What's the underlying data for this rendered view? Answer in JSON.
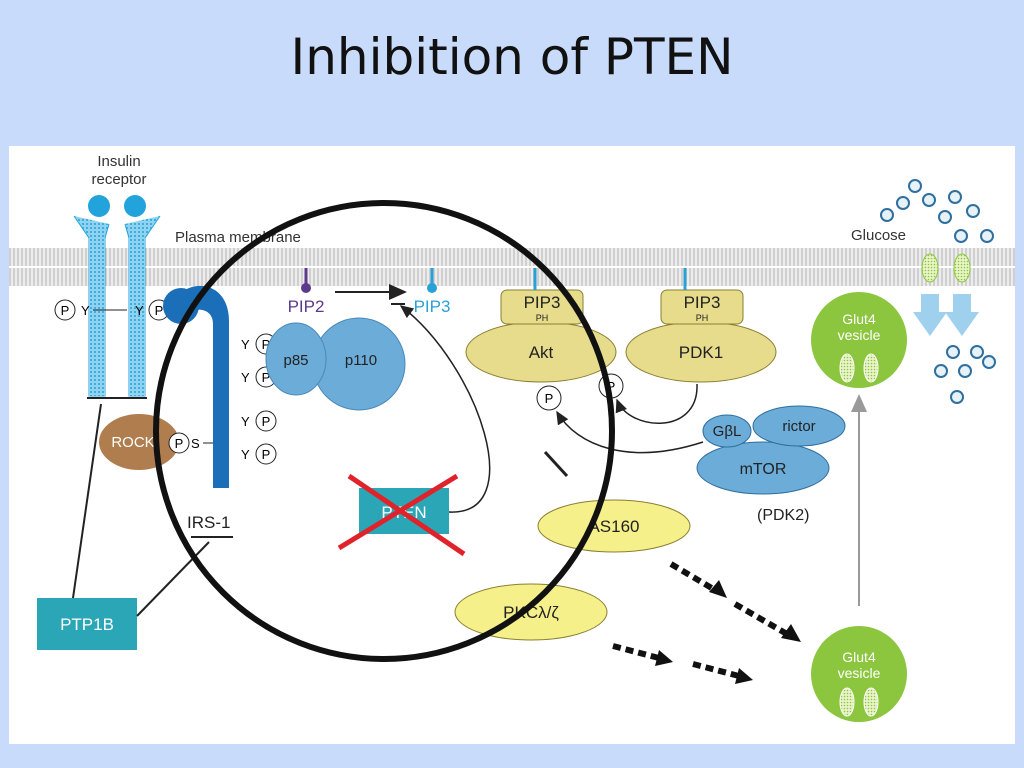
{
  "slide": {
    "title": "Inhibition of PTEN"
  },
  "diagram": {
    "labels": {
      "insulin_receptor_line1": "Insulin",
      "insulin_receptor_line2": "receptor",
      "plasma_membrane": "Plasma membrane",
      "glucose": "Glucose",
      "pip2": "PIP2",
      "pip3_free": "PIP3",
      "pip3_akt": "PIP3",
      "ph_akt": "PH",
      "pip3_pdk1": "PIP3",
      "ph_pdk1": "PH",
      "akt": "Akt",
      "pdk1": "PDK1",
      "p85": "p85",
      "p110": "p110",
      "rock": "ROCK",
      "irs1": "IRS-1",
      "pten": "PTEN",
      "ptp1b": "PTP1B",
      "as160": "AS160",
      "pkc": "PKCλ/ζ",
      "gbl": "GβL",
      "rictor": "rictor",
      "mtor": "mTOR",
      "pdk2": "(PDK2)",
      "glut4_top_line1": "Glut4",
      "glut4_top_line2": "vesicle",
      "glut4_bottom_line1": "Glut4",
      "glut4_bottom_line2": "vesicle",
      "p": "P",
      "y": "Y",
      "s": "S"
    },
    "colors": {
      "slide_background": "#c9dbfa",
      "receptor": "#23a3dc",
      "irs1_blue": "#1a6fb8",
      "pi3k_blue": "#6cacd8",
      "akt_yellow": "#e6dc8c",
      "as160_yellow": "#f5f08a",
      "rock_brown": "#b07d4e",
      "teal_box": "#2ba6b6",
      "glut4_green": "#8cc63f",
      "pip2_purple": "#5b3a8c",
      "pip3_blue": "#2aa1d6",
      "red_cross": "#e0232a"
    }
  }
}
